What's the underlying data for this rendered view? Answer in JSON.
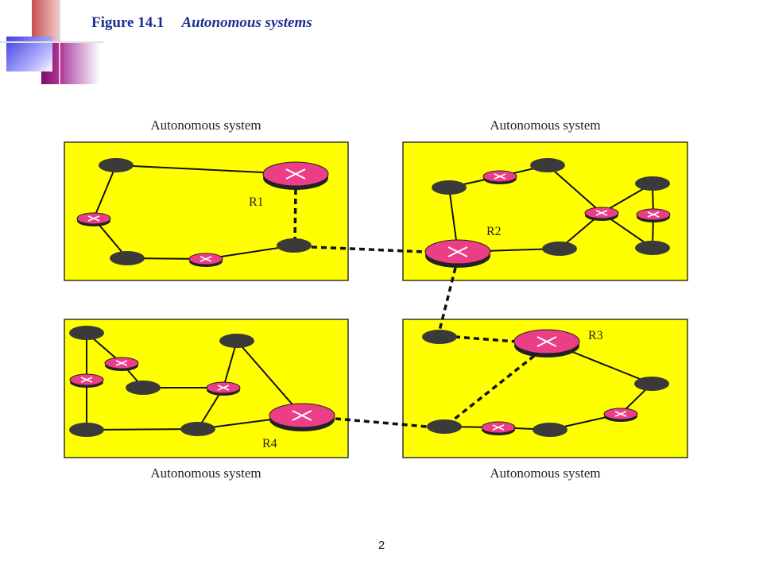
{
  "slide": {
    "figure_number": "Figure 14.1",
    "figure_name": "Autonomous systems",
    "page_number": "2"
  },
  "diagram": {
    "as_caption": "Autonomous system",
    "routers": {
      "r1": "R1",
      "r2": "R2",
      "r3": "R3",
      "r4": "R4"
    },
    "colors": {
      "as_fill": "#ffff00",
      "router": "#ec3d87",
      "node": "#3a3a3a",
      "link": "#111111",
      "title": "#1f2f8f"
    }
  }
}
